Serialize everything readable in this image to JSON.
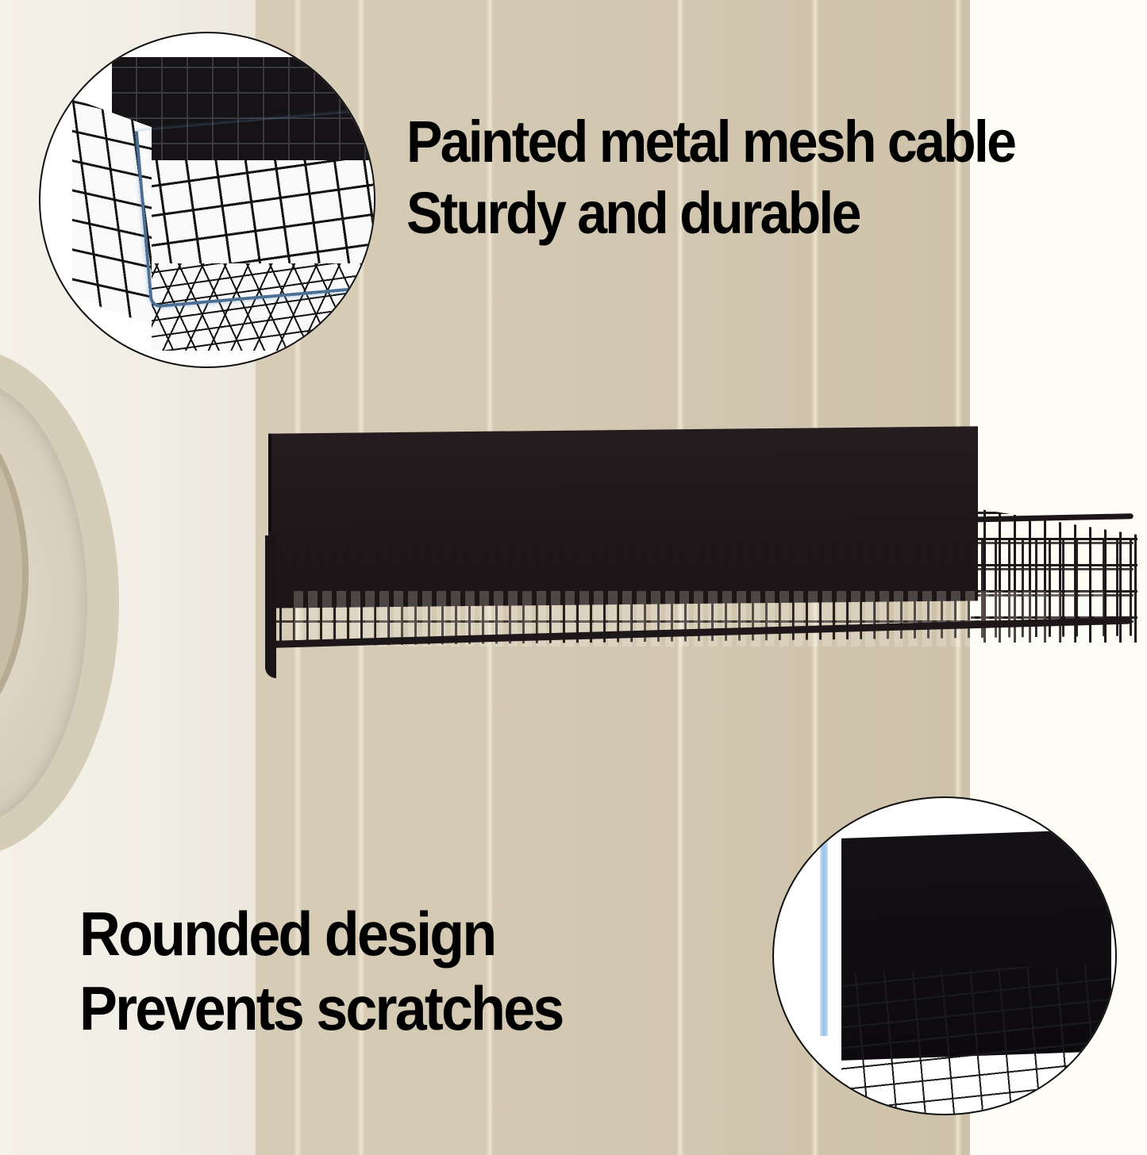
{
  "image": {
    "description": "Product photo of a black wall-mounted wire mesh shelf with magnified callout circles and feature text",
    "colors": {
      "wall": "#d3c8b2",
      "background_cream": "#fdfcf5",
      "shelf": "#1b1518",
      "text": "#000000",
      "highlight_blue": "#8fc3f0"
    }
  },
  "features": {
    "top": {
      "line1": "Painted metal mesh cable",
      "line2": "Sturdy and durable"
    },
    "bottom": {
      "line1": "Rounded design",
      "line2": "Prevents scratches"
    }
  },
  "callouts": {
    "top": {
      "subject": "close-up of painted wire mesh corner"
    },
    "bottom": {
      "subject": "close-up of rounded shelf edge"
    }
  }
}
